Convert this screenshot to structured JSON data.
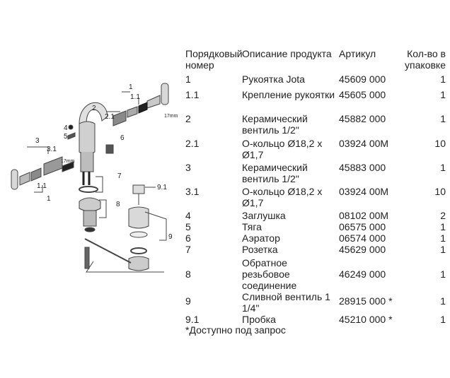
{
  "headers": {
    "no": "Порядковый номер",
    "desc": "Описание продукта",
    "article": "Артикул",
    "qty": "Кол-во в упаковке"
  },
  "rows": [
    {
      "no": "1",
      "desc": "Рукоятка Jota",
      "article": "45609 000",
      "qty": "1"
    },
    {
      "no": "1.1",
      "desc": "Крепление рукоятки",
      "article": "45605 000",
      "qty": "1"
    },
    {
      "no": "2",
      "desc": "Керамический вентиль 1/2\"",
      "article": "45882 000",
      "qty": "1"
    },
    {
      "no": "2.1",
      "desc": "О-кольцо Ø18,2 x Ø1,7",
      "article": "03924 00M",
      "qty": "10"
    },
    {
      "no": "3",
      "desc": "Керамический вентиль 1/2\"",
      "article": "45883 000",
      "qty": "1"
    },
    {
      "no": "3.1",
      "desc": "О-кольцо Ø18,2 x Ø1,7",
      "article": "03924 00M",
      "qty": "10"
    },
    {
      "no": "4",
      "desc": "Заглушка",
      "article": "08102 00M",
      "qty": "2"
    },
    {
      "no": "5",
      "desc": "Тяга",
      "article": "06575 000",
      "qty": "1"
    },
    {
      "no": "6",
      "desc": "Аэратор",
      "article": "06574 000",
      "qty": "1"
    },
    {
      "no": "7",
      "desc": "Розетка",
      "article": "45629 000",
      "qty": "1"
    },
    {
      "no": "8",
      "desc": "Обратное резьбовое соединение",
      "article": "46249 000",
      "qty": "1"
    },
    {
      "no": "9",
      "desc": "Сливной вентиль 1 1/4\"",
      "article": "28915 000 *",
      "qty": "1"
    },
    {
      "no": "9.1",
      "desc": "Пробка",
      "article": "45210 000 *",
      "qty": "1"
    }
  ],
  "footnote": "*Доступно под запрос",
  "diagram_labels": {
    "l1_top": "1",
    "l11_top": "1.1",
    "l2": "2",
    "l21": "2.1",
    "l4": "4",
    "l5": "5",
    "l6": "6",
    "l3": "3",
    "l31": "3.1",
    "l11_bot": "1.1",
    "l1_bot": "1",
    "l7": "7",
    "l8": "8",
    "l9": "9",
    "l91": "9.1",
    "dim_top": "17mm",
    "dim_bot": "17mm"
  }
}
